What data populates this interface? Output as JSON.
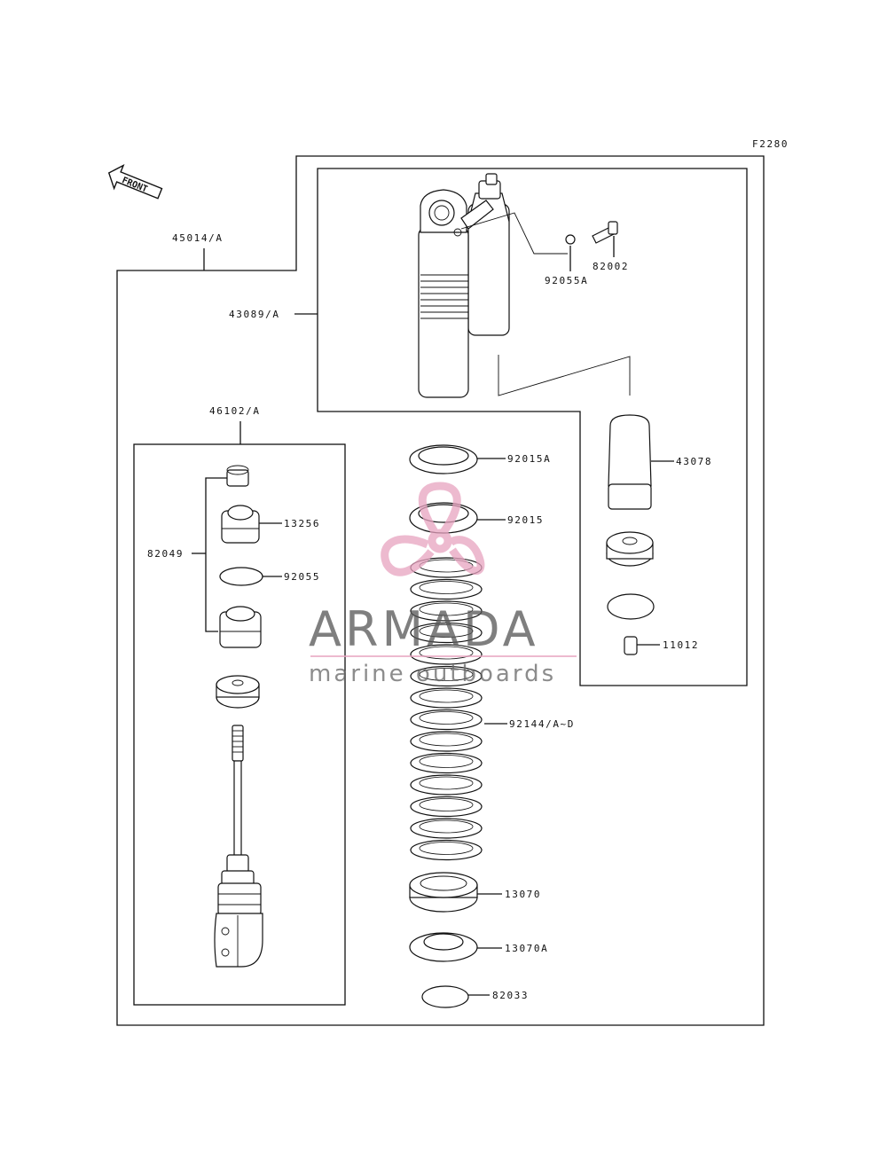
{
  "figure_code": "F2280",
  "front_label": "FRONT",
  "watermark": {
    "title": "ARMADA",
    "subtitle": "marine outboards",
    "accent_color": "#e8a3c0"
  },
  "callouts": {
    "assy_shock": "45014/A",
    "cylinder": "43089/A",
    "piston_rod": "46102/A",
    "o_ring_a": "92055A",
    "bolt": "82002",
    "cap": "43078",
    "valve": "11012",
    "nut_a": "92015A",
    "nut": "92015",
    "spring": "92144/A~D",
    "seat": "13070",
    "seat_a": "13070A",
    "circlip": "82033",
    "seal_set": "82049",
    "bushing": "13256",
    "o_ring": "92055"
  }
}
